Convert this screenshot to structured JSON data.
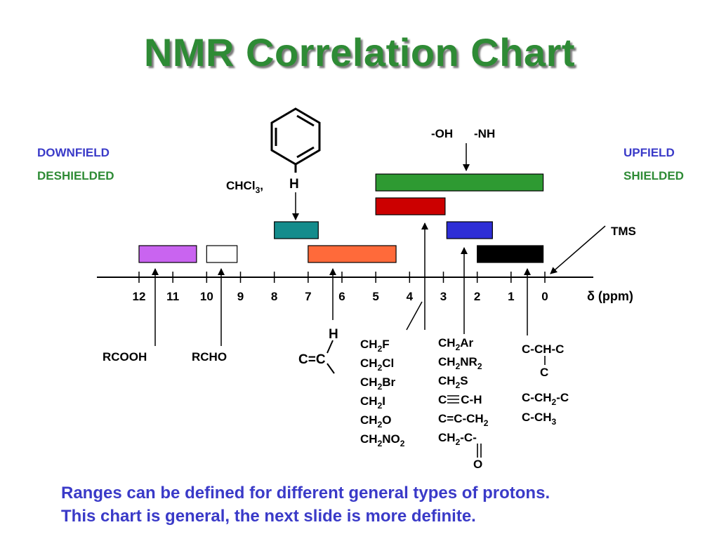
{
  "title": "NMR Correlation Chart",
  "side_labels": {
    "downfield": "DOWNFIELD",
    "deshielded": "DESHIELDED",
    "upfield": "UPFIELD",
    "shielded": "SHIELDED"
  },
  "colors": {
    "title": "#2e8b35",
    "downfield": "#3a3ac8",
    "deshielded": "#2e8b35",
    "footer": "#3a3ac8"
  },
  "chart_data": {
    "type": "diagram",
    "axis": {
      "label": "δ (ppm)",
      "ticks": [
        12,
        11,
        10,
        9,
        8,
        7,
        6,
        5,
        4,
        3,
        2,
        1,
        0
      ],
      "direction": "decreasing-right"
    },
    "ranges": [
      {
        "id": "rcooh",
        "from": 12,
        "to": 10.3,
        "color": "#c964f0"
      },
      {
        "id": "rcho",
        "from": 10,
        "to": 9.1,
        "color": "#ffffff"
      },
      {
        "id": "aromatic",
        "from": 8,
        "to": 6.7,
        "color": "#148c8c"
      },
      {
        "id": "vinyl",
        "from": 7,
        "to": 4.4,
        "color": "#ff6a3a"
      },
      {
        "id": "oh-nh",
        "from": 5,
        "to": 0.05,
        "color": "#2e9a32"
      },
      {
        "id": "halide",
        "from": 5,
        "to": 2.95,
        "color": "#cc0000"
      },
      {
        "id": "allylic",
        "from": 2.9,
        "to": 1.55,
        "color": "#2e2ed6"
      },
      {
        "id": "alkyl",
        "from": 2,
        "to": 0.05,
        "color": "#000000"
      }
    ],
    "labels": {
      "rcooh": "RCOOH",
      "rcho": "RCHO",
      "chcl3": "CHCl",
      "chcl3_sub": "3",
      "chcl3_comma": ",",
      "aromatic_h": "H",
      "vinyl_h": "H",
      "vinyl": "C=C",
      "oh": "-OH",
      "nh": "-NH",
      "tms": "TMS",
      "alkyl_1": "C-CH-C",
      "alkyl_1_c": "C",
      "alkyl_2_a": "C-CH",
      "alkyl_2_sub": "2",
      "alkyl_2_b": "-C",
      "alkyl_3": "C-CH"
    },
    "halide_list": [
      {
        "pre": "CH",
        "sub": "2",
        "post": "F"
      },
      {
        "pre": "CH",
        "sub": "2",
        "post": "Cl"
      },
      {
        "pre": "CH",
        "sub": "2",
        "post": "Br"
      },
      {
        "pre": "CH",
        "sub": "2",
        "post": "I"
      },
      {
        "pre": "CH",
        "sub": "2",
        "post": "O"
      },
      {
        "pre": "CH",
        "sub": "2",
        "post": "NO",
        "sub2": "2"
      }
    ],
    "allylic_list": [
      {
        "pre": "CH",
        "sub": "2",
        "post": "Ar"
      },
      {
        "pre": "CH",
        "sub": "2",
        "post": "NR",
        "sub2": "2"
      },
      {
        "pre": "CH",
        "sub": "2",
        "post": "S"
      },
      {
        "pre": "C",
        "sub": "",
        "post": "C-H"
      },
      {
        "pre": "C=C-CH",
        "sub": "2",
        "post": ""
      },
      {
        "pre": "CH",
        "sub": "2",
        "post": "-C-"
      }
    ],
    "allylic_carbonyl_o": "O",
    "alkyl_3_sub": "3"
  },
  "footer": {
    "line1": "Ranges can be defined for different general types of protons.",
    "line2": "This chart is general, the next slide is more definite."
  }
}
